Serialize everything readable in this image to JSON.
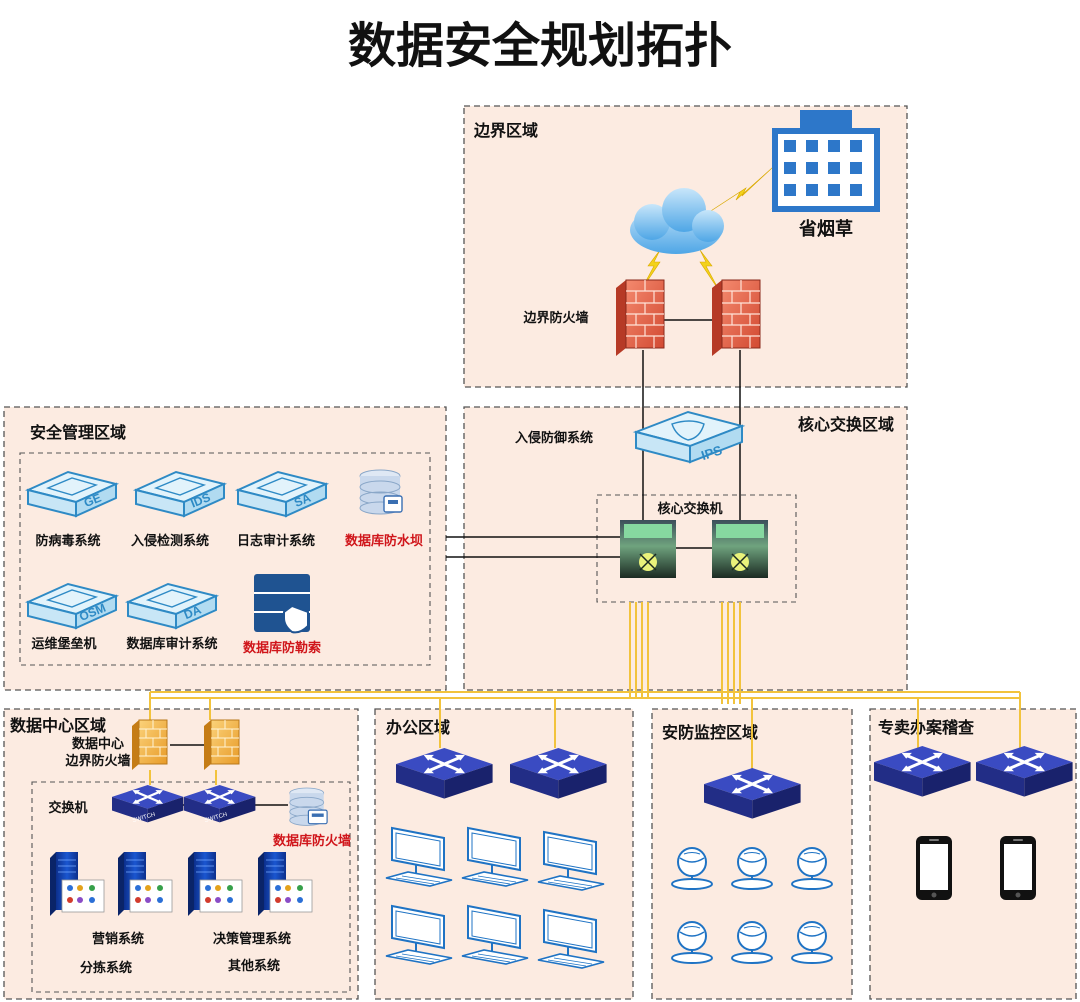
{
  "title": "数据安全规划拓扑",
  "zones": {
    "border": "边界区域",
    "security": "安全管理区域",
    "core": "核心交换区域",
    "datacenter": "数据中心区域",
    "office": "办公区域",
    "monitor": "安防监控区域",
    "special": "专卖办案稽查"
  },
  "border": {
    "province": "省烟草",
    "firewall_label": "边界防火墙"
  },
  "core": {
    "ips_label": "入侵防御系统",
    "ips_text": "IPS",
    "switch_label": "核心交换机"
  },
  "security": {
    "items": [
      {
        "label": "防病毒系统",
        "code": "GE"
      },
      {
        "label": "入侵检测系统",
        "code": "IDS"
      },
      {
        "label": "日志审计系统",
        "code": "SA"
      },
      {
        "label": "数据库防水坝"
      },
      {
        "label": "运维堡垒机",
        "code": "OSM"
      },
      {
        "label": "数据库审计系统",
        "code": "DA"
      },
      {
        "label": "数据库防勒索"
      }
    ]
  },
  "datacenter": {
    "fw_label_1": "数据中心",
    "fw_label_2": "边界防火墙",
    "switch_label": "交换机",
    "switch_text": "SWITCH",
    "db_fw_label": "数据库防火墙",
    "systems": [
      "营销系统",
      "决策管理系统",
      "分拣系统",
      "其他系统"
    ]
  },
  "colors": {
    "zone_fill": "#fcebe1",
    "trunk": "#f2c33c",
    "switch_blue": "#2c3a9c",
    "firewall": "#e8664a",
    "accent_red": "#d0161b"
  }
}
